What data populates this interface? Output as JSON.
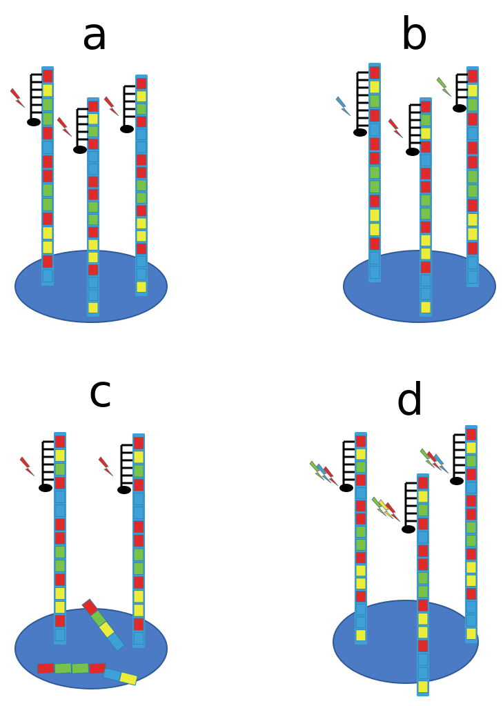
{
  "panels": [
    {
      "id": "a",
      "label": "a"
    },
    {
      "id": "b",
      "label": "b"
    },
    {
      "id": "c",
      "label": "c"
    },
    {
      "id": "d",
      "label": "d"
    }
  ],
  "colors": {
    "base": "#4a7bc4",
    "base_edge": "#2f5a98",
    "pillar": "#3fa0d6",
    "red": "#e02a2a",
    "yellow": "#ecec3a",
    "green": "#79c24a",
    "blue": "#3fa0d6",
    "ladder": "#000000"
  },
  "pillar_patterns": {
    "a1": [
      "red",
      "yellow",
      "green",
      "green",
      "red",
      "blue",
      "red",
      "red",
      "green",
      "green",
      "red",
      "yellow",
      "yellow",
      "red",
      "blue"
    ],
    "a2": [
      "red",
      "yellow",
      "green",
      "red",
      "blue",
      "blue",
      "red",
      "red",
      "green",
      "green",
      "red",
      "yellow",
      "yellow",
      "red",
      "blue",
      "blue",
      "yellow"
    ],
    "a3": [
      "red",
      "yellow",
      "green",
      "red",
      "blue",
      "blue",
      "red",
      "red",
      "green",
      "green",
      "red",
      "yellow",
      "yellow",
      "red",
      "blue",
      "blue",
      "yellow"
    ],
    "b1": [
      "red",
      "yellow",
      "green",
      "red",
      "blue",
      "red",
      "red",
      "green",
      "green",
      "red",
      "yellow",
      "yellow",
      "red",
      "blue",
      "blue"
    ],
    "b2": [
      "red",
      "green",
      "yellow",
      "red",
      "blue",
      "red",
      "red",
      "green",
      "green",
      "red",
      "yellow",
      "yellow",
      "red",
      "blue",
      "blue",
      "yellow"
    ],
    "b3": [
      "red",
      "yellow",
      "green",
      "red",
      "blue",
      "red",
      "red",
      "green",
      "green",
      "red",
      "yellow",
      "yellow",
      "red",
      "blue",
      "blue"
    ],
    "c1": [
      "red",
      "yellow",
      "green",
      "red",
      "blue",
      "blue",
      "red",
      "red",
      "green",
      "green",
      "red",
      "yellow",
      "yellow",
      "red",
      "blue"
    ],
    "c2": [
      "red",
      "yellow",
      "green",
      "red",
      "blue",
      "blue",
      "red",
      "red",
      "green",
      "green",
      "red",
      "yellow",
      "yellow",
      "red",
      "blue"
    ],
    "d1": [
      "red",
      "yellow",
      "green",
      "red",
      "blue",
      "red",
      "red",
      "green",
      "green",
      "red",
      "yellow",
      "yellow",
      "red",
      "blue",
      "blue",
      "yellow"
    ],
    "d2": [
      "red",
      "yellow",
      "green",
      "red",
      "blue",
      "red",
      "red",
      "green",
      "green",
      "red",
      "yellow",
      "yellow",
      "red",
      "blue",
      "blue",
      "yellow"
    ],
    "d3": [
      "red",
      "yellow",
      "green",
      "red",
      "blue",
      "red",
      "red",
      "green",
      "green",
      "red",
      "yellow",
      "yellow",
      "red",
      "blue",
      "blue",
      "yellow"
    ]
  },
  "bolt_colors": {
    "a": [
      "red",
      "red",
      "red"
    ],
    "b": [
      "blue",
      "red",
      "green"
    ],
    "c": [
      "red",
      "red"
    ],
    "d": [
      [
        "green",
        "blue",
        "red"
      ],
      [
        "green",
        "yellow",
        "red"
      ],
      [
        "green",
        "red",
        "blue"
      ]
    ]
  },
  "fallen_segments": [
    "red",
    "green",
    "green",
    "red",
    "blue",
    "yellow"
  ],
  "fallen_upright": [
    "red",
    "green",
    "yellow",
    "blue"
  ]
}
